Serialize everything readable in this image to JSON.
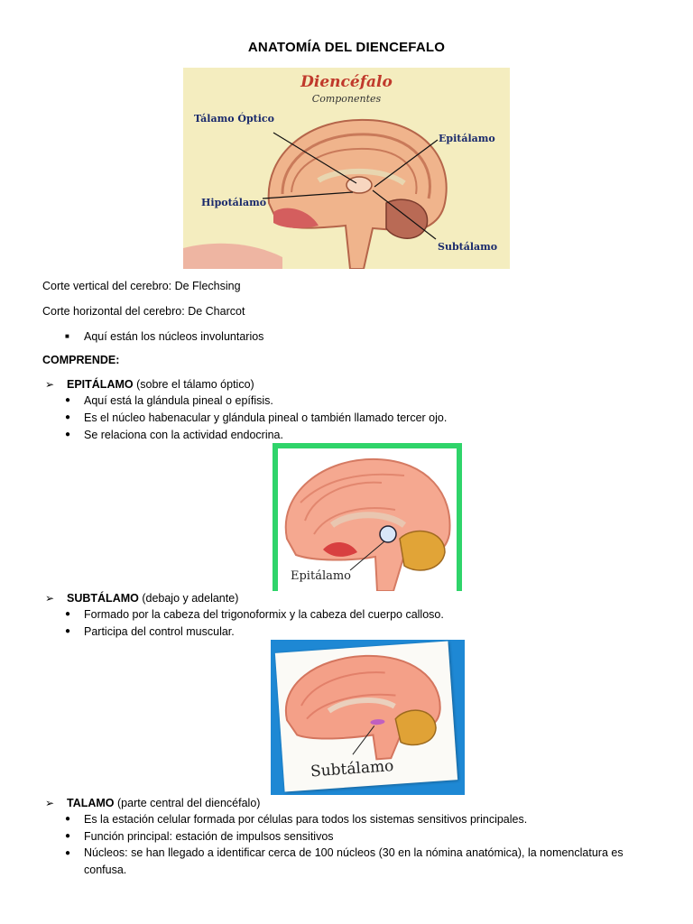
{
  "title": "ANATOMÍA DEL DIENCEFALO",
  "figure1": {
    "heading": "Diencéfalo",
    "subheading": "Componentes",
    "labels": {
      "talamo": "Tálamo Óptico",
      "epitalamo": "Epitálamo",
      "hipotalamo": "Hipotálamo",
      "subtalamo": "Subtálamo"
    }
  },
  "lines": {
    "corte_vertical": "Corte vertical del cerebro: De Flechsing",
    "corte_horizontal": "Corte horizontal del cerebro: De Charcot",
    "nucleos": "Aquí están los núcleos involuntarios",
    "comprende": "COMPRENDE:"
  },
  "sections": [
    {
      "name": "EPITÁLAMO",
      "note": " (sobre el tálamo óptico)",
      "items": [
        "Aquí está la glándula pineal o epífisis.",
        "Es el núcleo habenacular y glándula pineal o también llamado tercer ojo.",
        "Se relaciona con la actividad endocrina."
      ]
    },
    {
      "name": "SUBTÁLAMO",
      "note": " (debajo y adelante)",
      "items": [
        "Formado por la cabeza del trigonoformix y la cabeza del cuerpo calloso.",
        "Participa del control muscular."
      ]
    },
    {
      "name": "TALAMO",
      "note": " (parte central del diencéfalo)",
      "items": [
        "Es la estación celular formada por células para todos los sistemas sensitivos principales.",
        "Función principal: estación de impulsos sensitivos",
        "Núcleos: se han llegado a identificar cerca de 100 núcleos (30 en la nómina anatómica), la nomenclatura es confusa."
      ]
    }
  ],
  "figure2": {
    "label": "Epitálamo"
  },
  "figure3": {
    "label": "Subtálamo"
  }
}
